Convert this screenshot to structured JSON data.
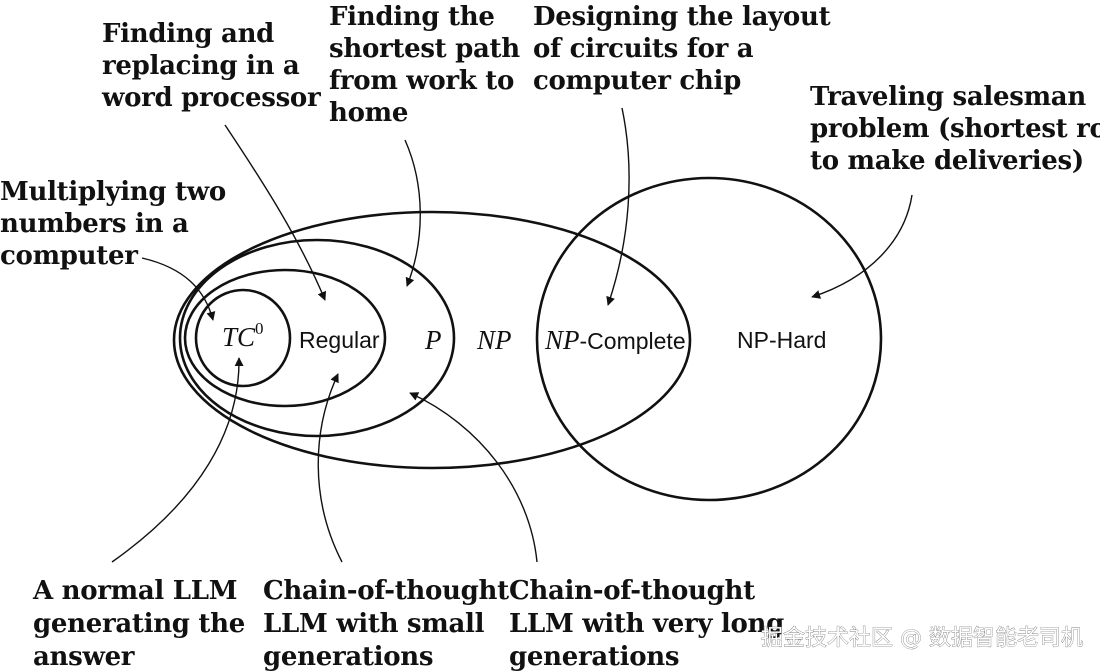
{
  "sets": {
    "tc0": {
      "label": "TC",
      "sup": "0"
    },
    "regular": {
      "label": "Regular"
    },
    "p": {
      "label": "P"
    },
    "np": {
      "label": "NP"
    },
    "np_complete": {
      "label_italic": "NP",
      "label_rest": "-Complete"
    },
    "np_hard": {
      "label": "NP-Hard"
    }
  },
  "annotations": {
    "multiplying": [
      "Multiplying two",
      "numbers in a",
      "computer"
    ],
    "finding_replacing": [
      "Finding and",
      "replacing in a",
      "word processor"
    ],
    "shortest_path": [
      "Finding the",
      "shortest path",
      "from work to",
      "home"
    ],
    "circuits": [
      "Designing the layout",
      "of circuits for a",
      "computer chip"
    ],
    "traveling_salesman": [
      "Traveling salesman",
      "problem (shortest route",
      "to make deliveries)"
    ],
    "normal_llm": [
      "A normal LLM",
      "generating the",
      "answer"
    ],
    "cot_small": [
      "Chain-of-thought",
      "LLM with small",
      "generations"
    ],
    "cot_long": [
      "Chain-of-thought",
      "LLM with very long",
      "generations"
    ]
  },
  "watermark": "掘金技术社区 @ 数据智能老司机"
}
